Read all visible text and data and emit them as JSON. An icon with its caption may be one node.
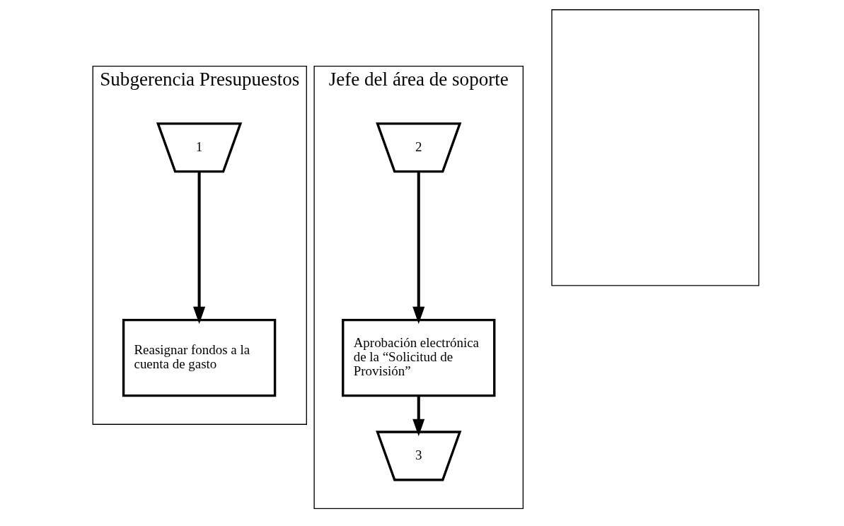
{
  "diagram": {
    "nodes": [
      {
        "text": [
          "Subgerencia Presupuestos"
        ]
      },
      {
        "text": [
          "1"
        ],
        "in": 0
      },
      {
        "text": [
          "Reasignar fondos a la cuenta de gasto"
        ],
        "in": 0
      },
      {
        "text": [
          "Jefe del área de soporte"
        ]
      },
      {
        "text": [
          "2"
        ],
        "in": 3
      },
      {
        "text": [
          "Aprobación electrónica de la “Solicitud de Provisión”"
        ],
        "in": 3
      },
      {
        "text": [
          "3"
        ],
        "in": 3
      },
      {
        "text": [],
        "shape": "box"
      }
    ],
    "edges": [
      {
        "from": 1,
        "to": 2,
        "arrow": "to"
      },
      {
        "from": 4,
        "to": 5,
        "arrow": "to"
      },
      {
        "from": 5,
        "to": 6,
        "arrow": "to"
      }
    ]
  }
}
